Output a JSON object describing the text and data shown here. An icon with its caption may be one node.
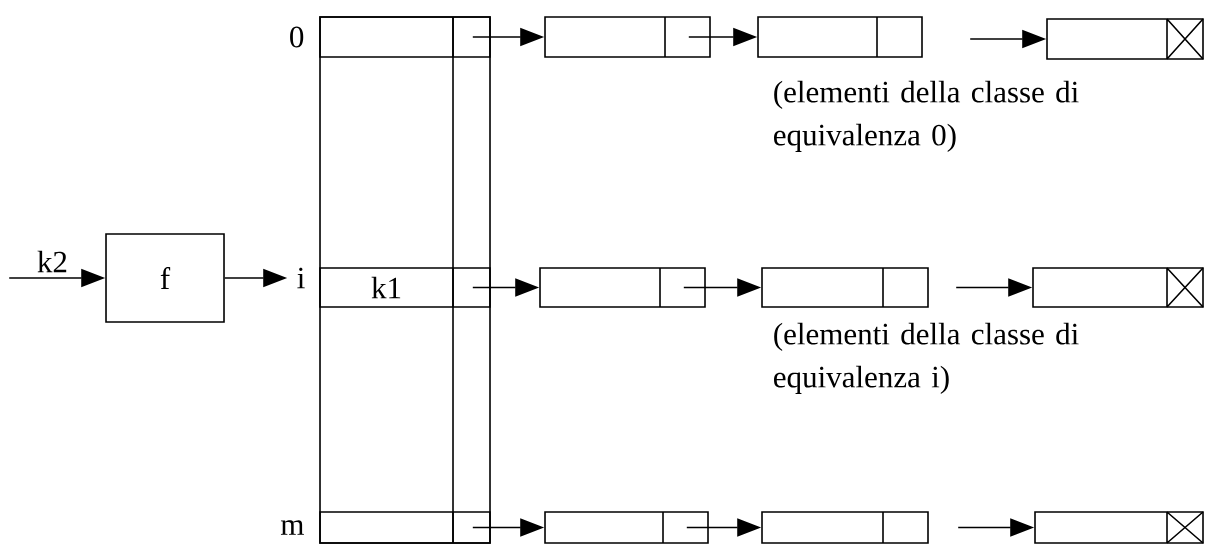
{
  "diagram": {
    "nodes": [
      {
        "text": [],
        "shape": "box"
      },
      {
        "text": [],
        "shape": "box",
        "in": 0,
        "beside": [
          "0"
        ]
      },
      {
        "text": [
          "k1"
        ],
        "in": 0
      },
      {
        "text": [],
        "shape": "box",
        "in": 0,
        "beside": [
          "m"
        ]
      },
      {
        "text": [
          "f"
        ]
      },
      {
        "text": [
          "i"
        ]
      },
      {
        "text": [],
        "shape": "box"
      },
      {
        "text": [],
        "shape": "box"
      },
      {
        "text": [],
        "shape": "box"
      },
      {
        "text": [],
        "shape": "box"
      },
      {
        "text": [],
        "shape": "box"
      },
      {
        "text": [],
        "shape": "box"
      },
      {
        "text": [],
        "shape": "box"
      },
      {
        "text": [],
        "shape": "box"
      },
      {
        "text": [],
        "shape": "box"
      }
    ],
    "edges": [
      {
        "from": null,
        "to": 4,
        "arrow": "to",
        "label": "k2"
      },
      {
        "from": 4,
        "to": 5,
        "arrow": "to"
      },
      {
        "from": 1,
        "to": 6,
        "arrow": "to"
      },
      {
        "from": 6,
        "to": 7,
        "arrow": "to"
      },
      {
        "from": null,
        "to": 8,
        "arrow": "to"
      },
      {
        "from": 2,
        "to": 9,
        "arrow": "to"
      },
      {
        "from": 9,
        "to": 10,
        "arrow": "to"
      },
      {
        "from": null,
        "to": 11,
        "arrow": "to"
      },
      {
        "from": 3,
        "to": 12,
        "arrow": "to"
      },
      {
        "from": 12,
        "to": 13,
        "arrow": "to"
      },
      {
        "from": null,
        "to": 14,
        "arrow": "to"
      }
    ],
    "labels": [
      "(elementi della classe di equivalenza 0)",
      "(elementi della classe di equivalenza i)"
    ]
  }
}
